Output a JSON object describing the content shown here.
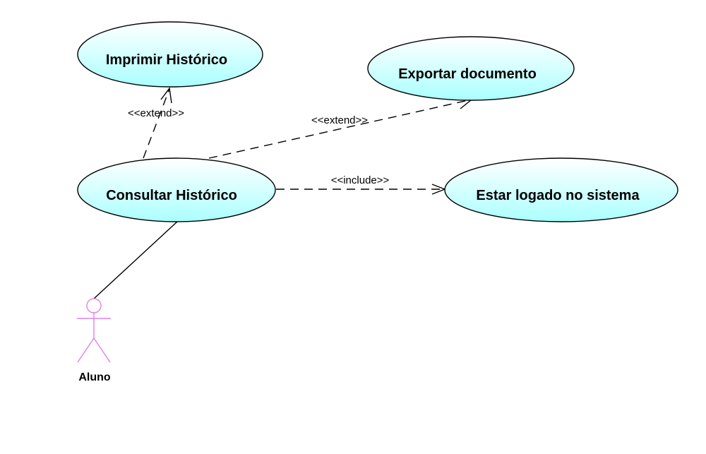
{
  "diagram": {
    "use_cases": {
      "imprimir": "Imprimir Histórico",
      "exportar": "Exportar documento",
      "consultar": "Consultar Histórico",
      "estar_logado": "Estar logado no sistema"
    },
    "relations": {
      "extend_imprimir": "<<extend>>",
      "extend_exportar": "<<extend>>",
      "include_logado": "<<include>>"
    },
    "actor": {
      "name": "Aluno"
    },
    "colors": {
      "usecase_fill_top": "#ffffff",
      "usecase_fill_bottom": "#aaffff",
      "actor_stroke": "#e080e8",
      "line": "#000000"
    }
  }
}
